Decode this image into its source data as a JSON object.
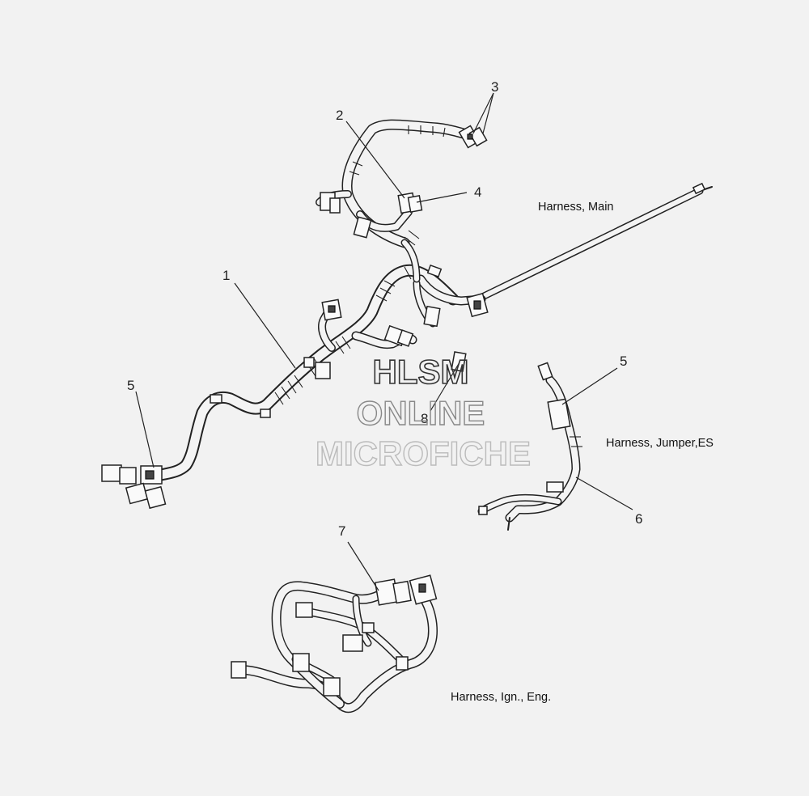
{
  "callouts": {
    "c1": "1",
    "c2": "2",
    "c3": "3",
    "c4": "4",
    "c5a": "5",
    "c5b": "5",
    "c6": "6",
    "c7": "7",
    "c8": "8"
  },
  "labels": {
    "main": "Harness, Main",
    "jumper": "Harness, Jumper,ES",
    "ign": "Harness, Ign., Eng."
  },
  "watermark": {
    "line1": "HLSM",
    "line2": "ONLINE",
    "line3": "MICROFICHE"
  }
}
